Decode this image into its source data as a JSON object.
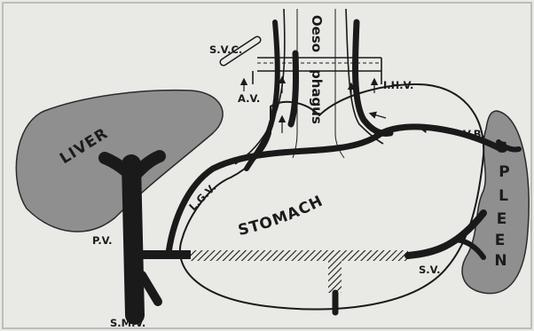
{
  "labels": {
    "liver": "LIVER",
    "spleen": "SPLEEN",
    "stomach": "STOMACH",
    "oesophagus_top": "Oeso",
    "oesophagus_bottom": "phagus",
    "svc": "S.V.C.",
    "av": "A.V.",
    "ihv": "I.H.V.",
    "vb": "V.B.",
    "lgv": "L.G.V.",
    "pv": "P.V.",
    "sv": "S.V.",
    "smv": "S.M.V."
  },
  "colors": {
    "organ_fill": "#8f8f8f",
    "vessel": "#1a1a1a",
    "background": "#e9e9e6"
  }
}
